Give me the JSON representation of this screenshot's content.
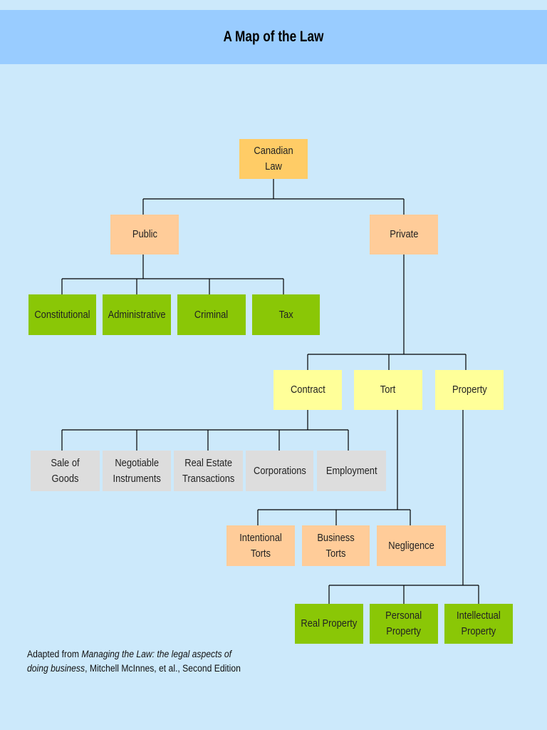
{
  "title": "A Map of the Law",
  "colors": {
    "background": "#cce9fb",
    "title_bar": "#99ccff",
    "root": "#ffcc66",
    "peach": "#ffcc99",
    "green": "#8ac706",
    "yellow": "#ffff99",
    "grey": "#dddddd"
  },
  "nodes": {
    "root": "Canadian Law",
    "public": "Public",
    "private": "Private",
    "constitutional": "Constitutional",
    "administrative": "Administrative",
    "criminal": "Criminal",
    "tax": "Tax",
    "contract": "Contract",
    "tort": "Tort",
    "property": "Property",
    "sale_of_goods": "Sale of Goods",
    "negotiable_instruments": "Negotiable\nInstruments",
    "real_estate_transactions": "Real Estate\nTransactions",
    "corporations": "Corporations",
    "employment": "Employment",
    "intentional_torts": "Intentional Torts",
    "business_torts": "Business Torts",
    "negligence": "Negligence",
    "real_property": "Real Property",
    "personal_property": "Personal\nProperty",
    "intellectual_property": "Intellectual\nProperty"
  },
  "footnote": {
    "prefix": "Adapted from ",
    "book_title": "Managing the Law: the legal aspects of doing business",
    "suffix": ", Mitchell McInnes, et al., Second Edition"
  }
}
